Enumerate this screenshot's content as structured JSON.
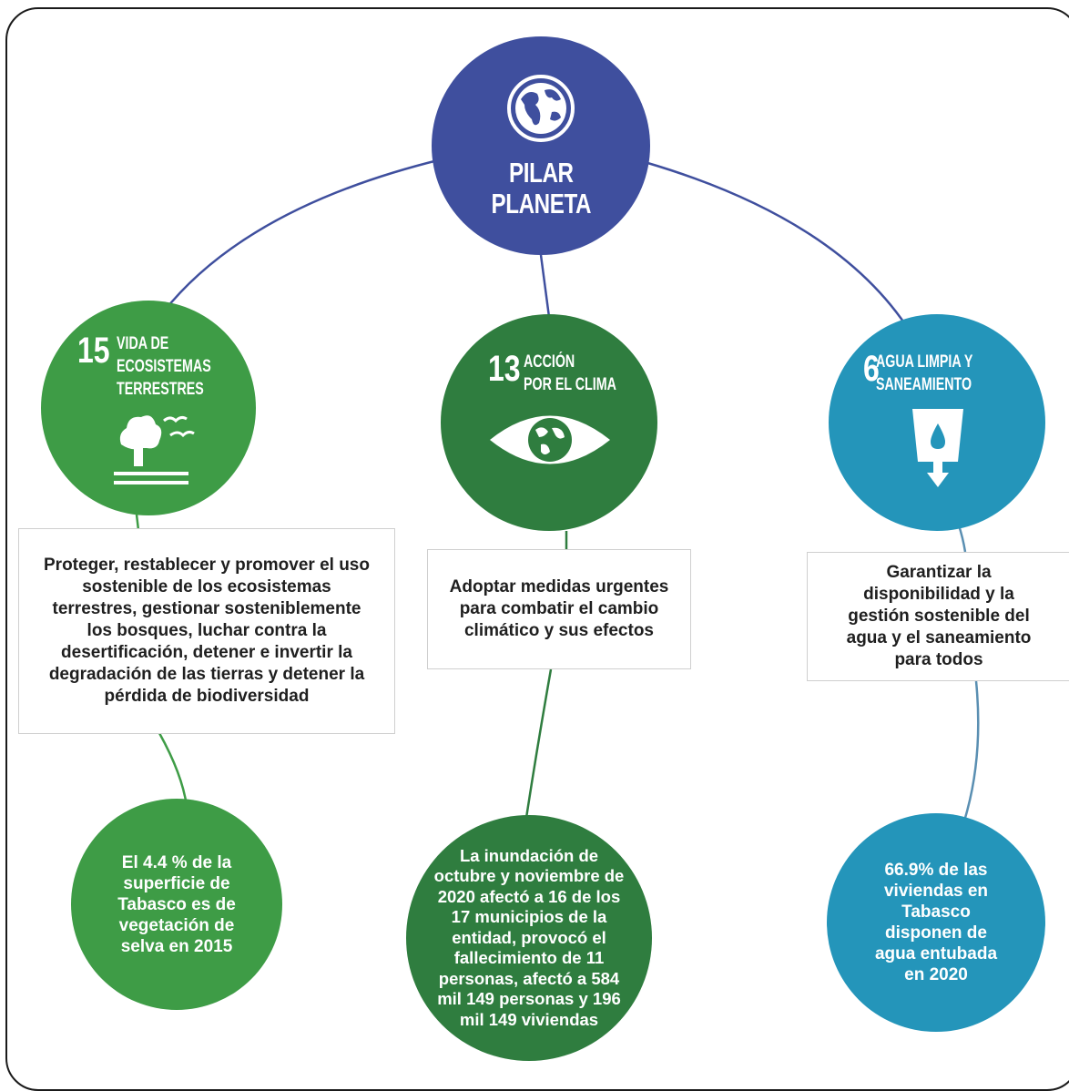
{
  "hub": {
    "title": "PILAR\nPLANETA",
    "icon": "globe-icon",
    "color": "#3f4f9e"
  },
  "goals": [
    {
      "id": "sdg15",
      "number": "15",
      "name": "VIDA DE\nECOSISTEMAS\nTERRESTRES",
      "icon": "tree-and-birds-icon",
      "color": "#3e9c46",
      "description": "Proteger, restablecer y promover el uso sostenible de los ecosistemas terrestres, gestionar sosteniblemente los bosques, luchar contra la desertificación, detener e invertir la degradación de las tierras y detener la pérdida de biodiversidad",
      "stat": "El 4.4 % de la superficie de Tabasco es de vegetación de selva en 2015"
    },
    {
      "id": "sdg13",
      "number": "13",
      "name": "ACCIÓN\nPOR EL CLIMA",
      "icon": "eye-with-globe-icon",
      "color": "#2f7d3f",
      "description": "Adoptar medidas urgentes para combatir el cambio climático y sus efectos",
      "stat": "La inundación de octubre y noviembre de 2020 afectó a 16 de los 17 municipios de la entidad, provocó el fallecimiento de 11 personas, afectó a 584 mil 149 personas y 196 mil 149 viviendas"
    },
    {
      "id": "sdg6",
      "number": "6",
      "name": "AGUA LIMPIA Y\nSANEAMIENTO",
      "icon": "water-glass-icon",
      "color": "#2495ba",
      "description": "Garantizar la disponibilidad y la gestión sostenible del agua y el saneamiento para todos",
      "stat": "66.9% de las viviendas en Tabasco disponen de agua entubada en 2020"
    }
  ]
}
